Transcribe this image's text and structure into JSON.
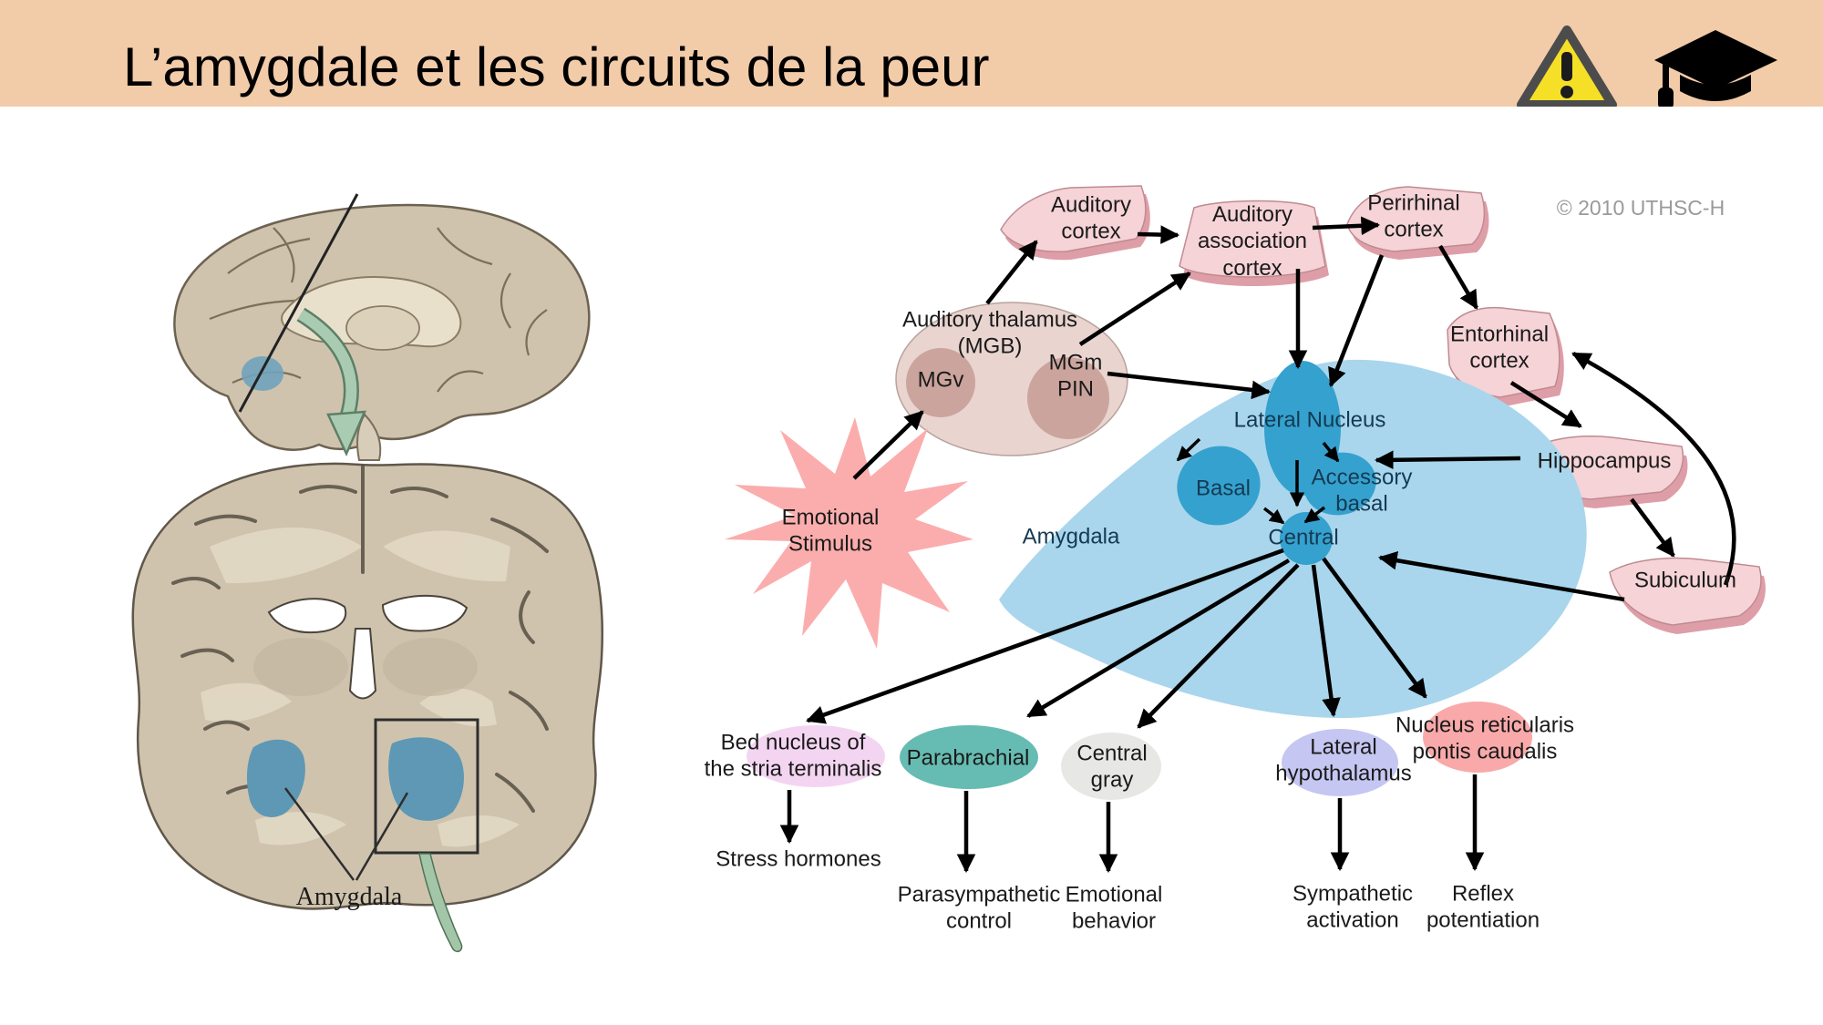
{
  "header": {
    "title": "L’amygdale et les circuits de la peur",
    "background": "#F2CBA9",
    "icons": [
      {
        "name": "warning-triangle-icon",
        "color": "#F5E027",
        "border": "#4c4c4c"
      },
      {
        "name": "graduation-cap-icon",
        "color": "#000000"
      }
    ]
  },
  "left_panel": {
    "amygdala_coronal": "Amygdala",
    "brain_fill": "#CFC3AE",
    "amygdala_highlight": "#5E98B5",
    "arrow_green": "#A9CBB1"
  },
  "diagram": {
    "copyright": "© 2010 UTHSC-H",
    "labels": {
      "auditory_cortex": "Auditory\ncortex",
      "auditory_association_cortex": "Auditory\nassociation\ncortex",
      "perirhinal_cortex": "Perirhinal\ncortex",
      "auditory_thalamus": "Auditory thalamus\n(MGB)",
      "mgv": "MGv",
      "mgm_pin": "MGm\nPIN",
      "emotional_stimulus": "Emotional\nStimulus",
      "entorhinal_cortex": "Entorhinal\ncortex",
      "hippocampus": "Hippocampus",
      "subiculum": "Subiculum",
      "amygdala": "Amygdala",
      "lateral_nucleus": "Lateral Nucleus",
      "basal": "Basal",
      "accessory_basal": "Accessory\nbasal",
      "central": "Central",
      "bed_nucleus": "Bed nucleus of\nthe stria terminalis",
      "parabrachial": "Parabrachial",
      "central_gray": "Central\ngray",
      "lateral_hypothalamus": "Lateral\nhypothalamus",
      "nucleus_reticularis": "Nucleus reticularis\npontis caudalis",
      "stress_hormones": "Stress hormones",
      "parasympathetic_control": "Parasympathetic\ncontrol",
      "emotional_behavior": "Emotional\nbehavior",
      "sympathetic_activation": "Sympathetic\nactivation",
      "reflex_potentiation": "Reflex\npotentiation"
    },
    "colors": {
      "cortex_slab": "#F5D3D6",
      "cortex_slab_shadow": "#DE9EA7",
      "thalamus": "#E9D4CF",
      "thalamus_subnuclei": "#CBA49E",
      "stimulus_star": "#FBADAD",
      "amygdala_body": "#A9D6EC",
      "amygdala_nuclei": "#35A1CE",
      "bed_nucleus": "#F3D5F1",
      "parabrachial": "#66BCB2",
      "central_gray": "#E7E7E5",
      "lateral_hypothalamus": "#C5C6F1",
      "nucleus_reticularis": "#F9A9A9",
      "arrow": "#000000"
    }
  }
}
